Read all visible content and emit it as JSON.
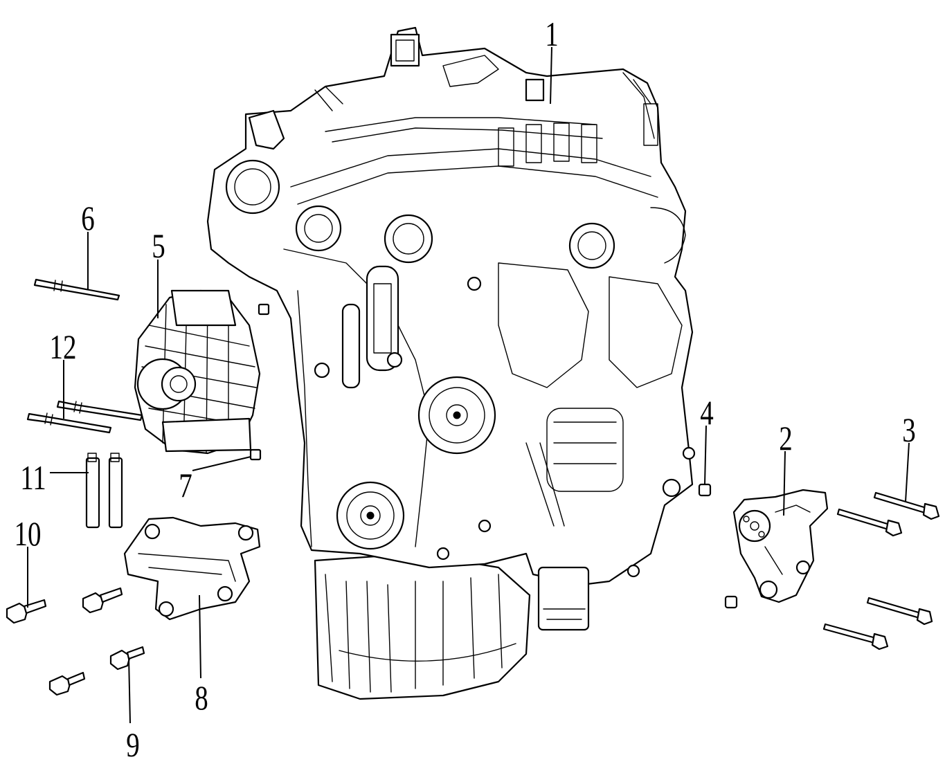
{
  "callouts": {
    "c1": "1",
    "c2": "2",
    "c3": "3",
    "c4": "4",
    "c5": "5",
    "c6": "6",
    "c7": "7",
    "c8": "8",
    "c9": "9",
    "c10": "10",
    "c11": "11",
    "c12": "12"
  },
  "parts": {
    "engine-assembly": "engine",
    "alternator": "alternator",
    "compressor-bracket": "bracket",
    "engine-mount-bracket": "bracket",
    "bolts": "bolt",
    "nuts": "nut",
    "studs": "stud"
  }
}
